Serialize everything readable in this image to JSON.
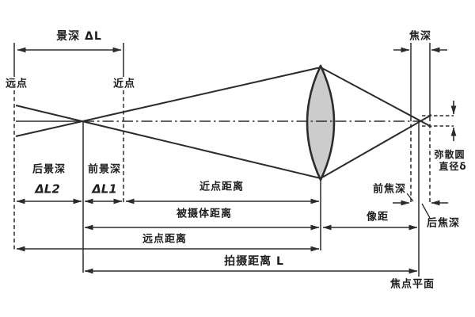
{
  "diagram": {
    "subject": "depth-of-field-optics-diagram",
    "labels": {
      "depth_of_field": "景深 ΔL",
      "far_point": "远点",
      "near_point": "近点",
      "focal_depth": "焦深",
      "rear_dof_name": "后景深",
      "rear_dof_symbol": "ΔL2",
      "front_dof_name": "前景深",
      "front_dof_symbol": "ΔL1",
      "near_point_distance": "近点距离",
      "subject_distance": "被摄体距离",
      "far_point_distance": "远点距离",
      "shooting_distance": "拍摄距离 L",
      "front_focal_depth": "前焦深",
      "image_distance": "像距",
      "rear_focal_depth": "后焦深",
      "circle_of_confusion_line1": "弥散圆",
      "circle_of_confusion_line2": "直径δ",
      "focal_plane": "焦点平面"
    },
    "colors": {
      "line": "#2b2b2b",
      "text": "#1d1d1d",
      "lens_fill": "#cccccc",
      "background": "#ffffff"
    }
  }
}
